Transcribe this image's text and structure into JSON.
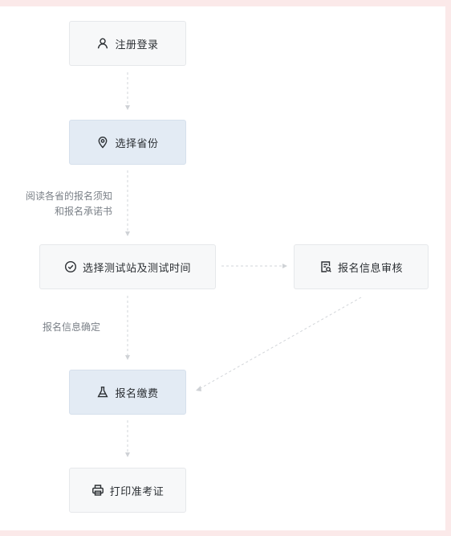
{
  "nodes": {
    "register": {
      "label": "注册登录",
      "icon": "user-icon"
    },
    "province": {
      "label": "选择省份",
      "icon": "location-pin-icon"
    },
    "test_site": {
      "label": "选择测试站及测试时间",
      "icon": "check-circle-icon"
    },
    "review": {
      "label": "报名信息审核",
      "icon": "document-search-icon"
    },
    "payment": {
      "label": "报名缴费",
      "icon": "flask-icon"
    },
    "print": {
      "label": "打印准考证",
      "icon": "printer-icon"
    }
  },
  "edge_labels": {
    "read_notice_line1": "阅读各省的报名须知",
    "read_notice_line2": "和报名承诺书",
    "confirm_info": "报名信息确定"
  },
  "colors": {
    "page_background": "#fbe9e9",
    "node_default": "#f7f8f9",
    "node_highlight": "#e3ebf4",
    "connector": "#c9ccd0"
  }
}
